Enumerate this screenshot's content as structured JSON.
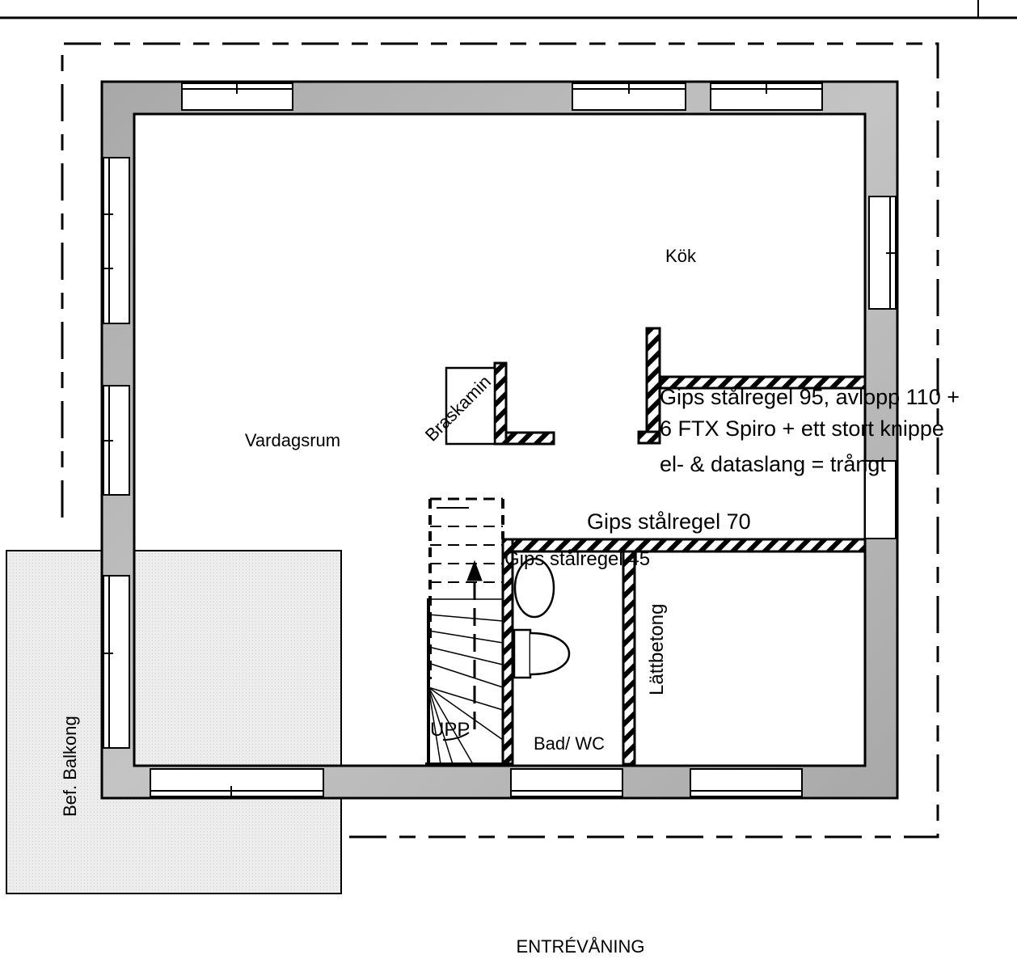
{
  "plan": {
    "title": "ENTRÉVÅNING",
    "rooms": {
      "kitchen": "Kök",
      "living_room": "Vardagsrum",
      "bathroom": "Bad/ WC",
      "balcony": "Bef. Balkong"
    },
    "fixtures": {
      "fireplace": "Braskamin",
      "stairs_up": "UPP"
    },
    "wall_notes": {
      "wall_95_line1": "Gips stålregel 95, avlopp 110 +",
      "wall_95_line2": "6 FTX Spiro + ett stort knippe",
      "wall_95_line3": "el- & dataslang = trångt",
      "wall_70": "Gips stålregel 70",
      "wall_45": "Gips stålregel 45",
      "wall_lightweight": "Lättbetong"
    },
    "colors": {
      "wall_fill": "#b4b4b4",
      "balcony_fill": "#e6e6e6",
      "line": "#000000"
    }
  }
}
